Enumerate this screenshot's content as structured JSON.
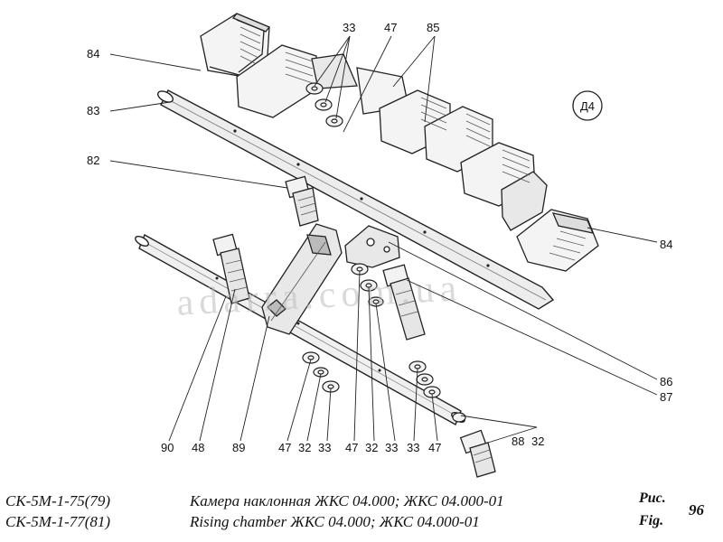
{
  "diagram": {
    "badge": "Д4",
    "watermark": "adarra.com.ua",
    "labels": {
      "l84a": "84",
      "l83": "83",
      "l82": "82",
      "l33a": "33",
      "l47a": "47",
      "l85": "85",
      "l84b": "84",
      "l86": "86",
      "l87": "87",
      "l90": "90",
      "l48": "48",
      "l89": "89",
      "l47b": "47",
      "l32a": "32",
      "l33b": "33",
      "l47c": "47",
      "l32b": "32",
      "l33c": "33",
      "l33d": "33",
      "l47d": "47",
      "l88": "88",
      "l32c": "32"
    }
  },
  "footer": {
    "model1": "СК-5М-1-75(79)",
    "model2": "СК-5М-1-77(81)",
    "title_ru": "Камера наклонная ЖКС 04.000; ЖКС 04.000-01",
    "title_en": "Rising chamber ЖКС 04.000; ЖКС 04.000-01",
    "fig_ru": "Рис.",
    "fig_en": "Fig.",
    "fig_num": "96"
  }
}
